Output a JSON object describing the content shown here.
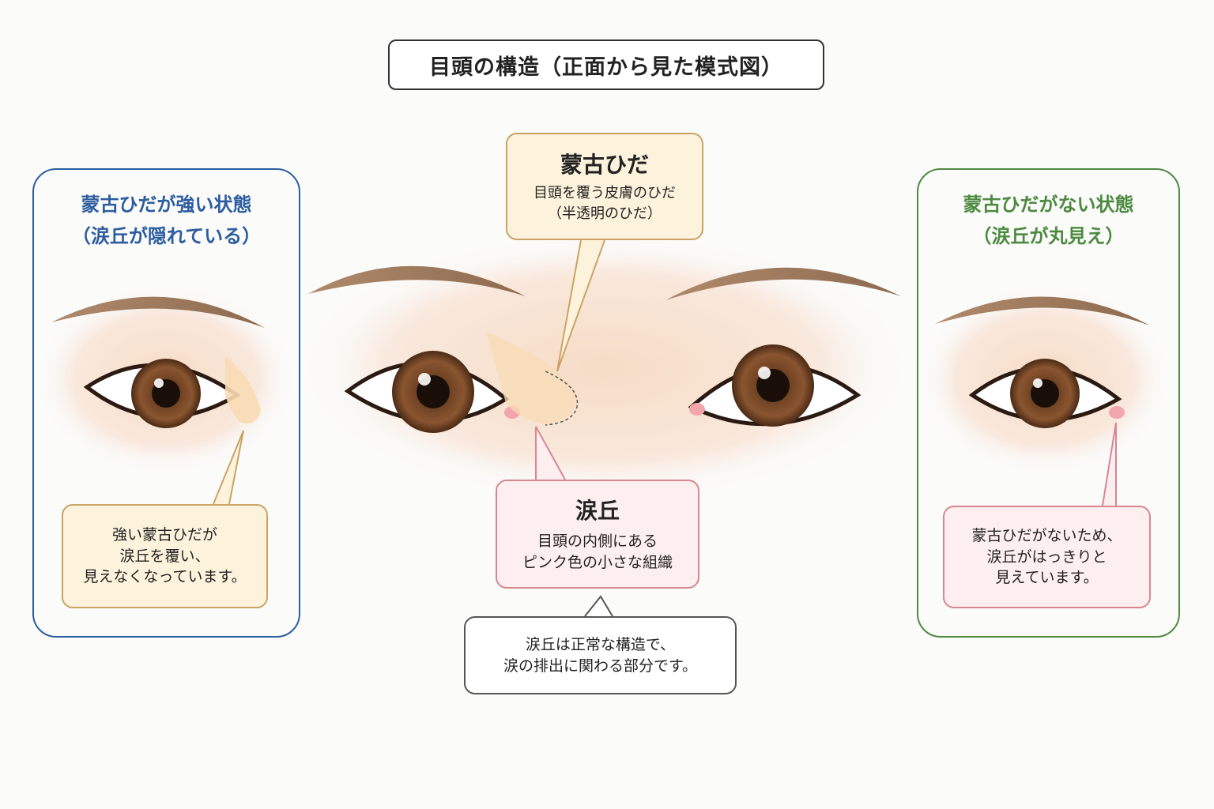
{
  "title": "目頭の構造（正面から見た模式図）",
  "center_labels": {
    "fold_title": "蒙古ひだ",
    "fold_desc_1": "目頭を覆う皮膚のひだ",
    "fold_desc_2": "（半透明のひだ）",
    "caruncle_title": "涙丘",
    "caruncle_desc_1": "目頭の内側にある",
    "caruncle_desc_2": "ピンク色の小さな組織",
    "note_1": "涙丘は正常な構造で、",
    "note_2": "涙の排出に関わる部分です。"
  },
  "left_panel": {
    "title_1": "蒙古ひだが強い状態",
    "title_2": "（涙丘が隠れている）",
    "desc_1": "強い蒙古ひだが",
    "desc_2": "涙丘を覆い、",
    "desc_3": "見えなくなっています。",
    "accent_color": "#2d5d9f"
  },
  "right_panel": {
    "title_1": "蒙古ひだがない状態",
    "title_2": "（涙丘が丸見え）",
    "desc_1": "蒙古ひだがないため、",
    "desc_2": "涙丘がはっきりと",
    "desc_3": "見えています。",
    "accent_color": "#4d8a40"
  },
  "colors": {
    "skin": "#f8e3d2",
    "iris": "#7a4a2a",
    "caruncle": "#f2a5ad",
    "fold": "#f8dcb5"
  }
}
